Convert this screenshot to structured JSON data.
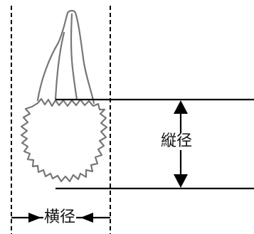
{
  "labels": {
    "vertical_diameter": "縦径",
    "horizontal_diameter": "横径"
  },
  "colors": {
    "outline": "#777777",
    "lines": "#000000",
    "background": "#ffffff"
  },
  "icons": {
    "vertical_arrows": "double-headed-vertical-arrow",
    "horizontal_arrows": "double-headed-horizontal-arrow"
  }
}
